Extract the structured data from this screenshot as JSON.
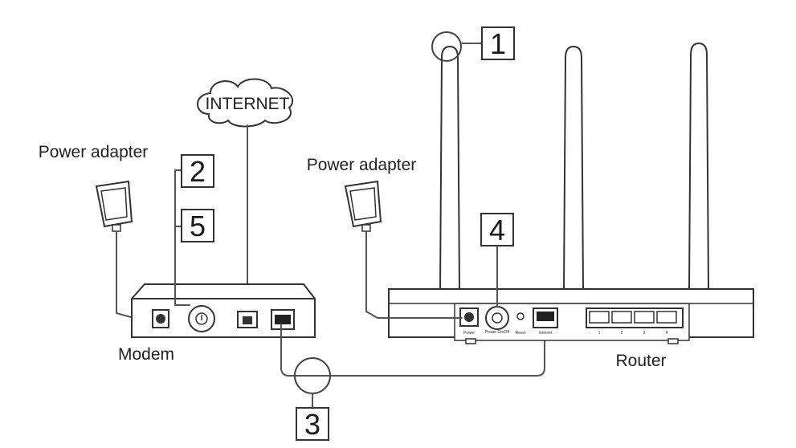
{
  "labels": {
    "internet": "INTERNET",
    "modem_power_adapter": "Power adapter",
    "router_power_adapter": "Power adapter",
    "modem": "Modem",
    "router": "Router"
  },
  "callouts": [
    "1",
    "2",
    "5",
    "4",
    "3"
  ],
  "router_ports": {
    "power": "Power",
    "power_switch": "Power On/Off",
    "reset": "Reset",
    "internet": "Internet",
    "lan": [
      "1",
      "2",
      "3",
      "4"
    ]
  }
}
